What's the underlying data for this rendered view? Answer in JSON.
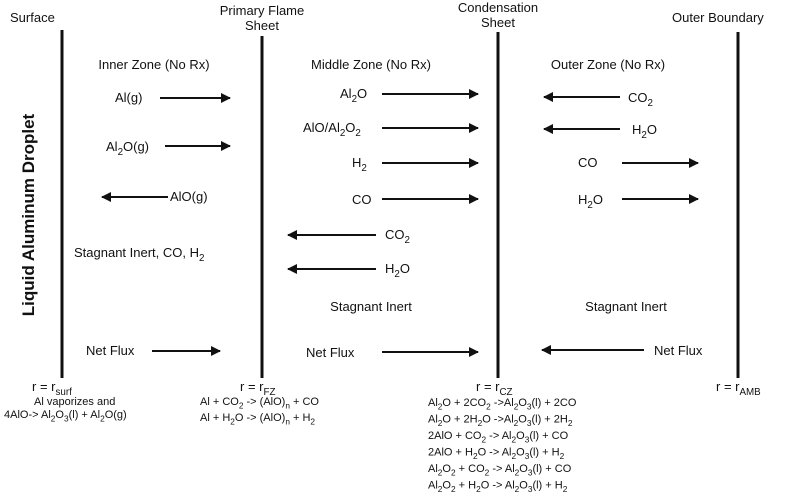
{
  "headers": {
    "surface": "Surface",
    "primary_flame_1": "Primary Flame",
    "primary_flame_2": "Sheet",
    "condensation_1": "Condensation",
    "condensation_2": "Sheet",
    "outer_boundary": "Outer Boundary"
  },
  "side_label": "Liquid Aluminum Droplet",
  "zones": {
    "inner": "Inner Zone (No Rx)",
    "middle": "Middle Zone (No Rx)",
    "outer": "Outer Zone (No Rx)"
  },
  "inner_species": {
    "al": [
      "Al(g)"
    ],
    "al2o": [
      "Al",
      "2",
      "O(g)"
    ],
    "alo": [
      "AlO(g)"
    ],
    "stagnant": [
      "Stagnant Inert, CO, H",
      "2"
    ]
  },
  "middle_species": {
    "al2o": [
      "Al",
      "2",
      "O"
    ],
    "alo_al2o2": [
      "AlO/Al",
      "2",
      "O",
      "2"
    ],
    "h2": [
      "H",
      "2"
    ],
    "co": [
      "CO"
    ],
    "co2": [
      "CO",
      "2"
    ],
    "h2o": [
      "H",
      "2",
      "O"
    ],
    "stagnant": "Stagnant Inert"
  },
  "outer_species": {
    "co2": [
      "CO",
      "2"
    ],
    "h2o_in": [
      "H",
      "2",
      "O"
    ],
    "co": [
      "CO"
    ],
    "h2o_out": [
      "H",
      "2",
      "O"
    ],
    "stagnant": "Stagnant Inert"
  },
  "net_flux": {
    "inner": "Net Flux",
    "middle": "Net Flux",
    "outer": "Net Flux"
  },
  "radii": {
    "surf": [
      "r = r",
      "surf"
    ],
    "fz": [
      "r = r",
      "FZ"
    ],
    "cz": [
      "r = r",
      "CZ"
    ],
    "amb": [
      "r = r",
      "AMB"
    ]
  },
  "surface_notes": {
    "line1": "Al vaporizes and",
    "line2": [
      "4AlO-> Al",
      "2",
      "O",
      "3",
      "(l) + Al",
      "2",
      "O(g)"
    ]
  },
  "flame_reactions": [
    [
      "Al + CO",
      "2",
      " -> (AlO)",
      "n",
      " + CO"
    ],
    [
      "Al + H",
      "2",
      "O -> (AlO)",
      "n",
      " + H",
      "2"
    ]
  ],
  "condensation_reactions": [
    [
      "Al",
      "2",
      "O + 2CO",
      "2",
      " ->Al",
      "2",
      "O",
      "3",
      "(l) + 2CO"
    ],
    [
      "Al",
      "2",
      "O + 2H",
      "2",
      "O ->Al",
      "2",
      "O",
      "3",
      "(l) + 2H",
      "2"
    ],
    [
      "2AlO +  CO",
      "2",
      " -> Al",
      "2",
      "O",
      "3",
      "(l) + CO"
    ],
    [
      "2AlO + H",
      "2",
      "O -> Al",
      "2",
      "O",
      "3",
      "(l) + H",
      "2"
    ],
    [
      "Al",
      "2",
      "O",
      "2",
      " + CO",
      "2",
      " -> Al",
      "2",
      "O",
      "3",
      "(l) + CO"
    ],
    [
      "Al",
      "2",
      "O",
      "2",
      " + H",
      "2",
      "O -> Al",
      "2",
      "O",
      "3",
      "(l) + H",
      "2"
    ]
  ]
}
